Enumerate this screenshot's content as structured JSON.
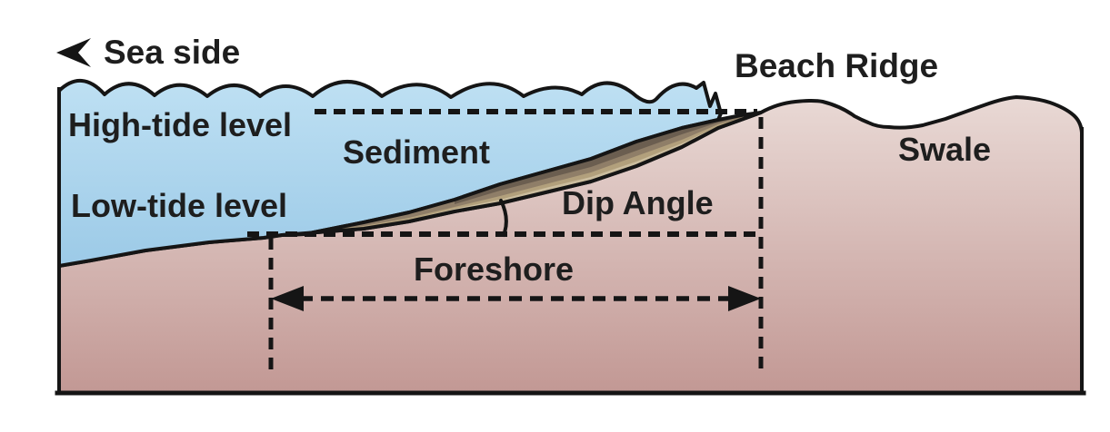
{
  "diagram": {
    "type": "beach-cross-section",
    "labels": {
      "sea_side": "Sea side",
      "high_tide": "High-tide level",
      "low_tide": "Low-tide level",
      "sediment": "Sediment",
      "dip_angle": "Dip Angle",
      "beach_ridge": "Beach Ridge",
      "swale": "Swale",
      "foreshore": "Foreshore"
    },
    "icons": {
      "sea_side_arrow": "left-arrow",
      "foreshore_left_arrow": "arrowhead-left",
      "foreshore_right_arrow": "arrowhead-right"
    },
    "colors": {
      "background": "#ffffff",
      "line": "#151515",
      "text": "#1e1e1e",
      "water_top": "#bee0f3",
      "water_bottom": "#9ccae7",
      "land_top": "#e9d9d5",
      "land_bottom": "#c29894",
      "sediment_pale": "#cbbd9e",
      "sediment_tan": "#b2a07c",
      "sediment_medium": "#8f7e68",
      "sediment_dark": "#6b5e50"
    }
  }
}
